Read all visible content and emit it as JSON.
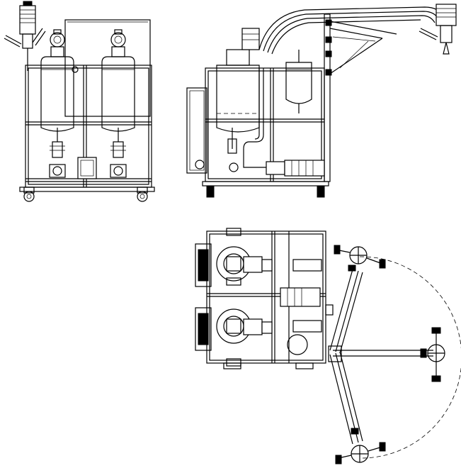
{
  "drawing": {
    "views": [
      "front-view",
      "side-view",
      "top-view"
    ],
    "background": "#ffffff",
    "line_color": "#000000"
  }
}
